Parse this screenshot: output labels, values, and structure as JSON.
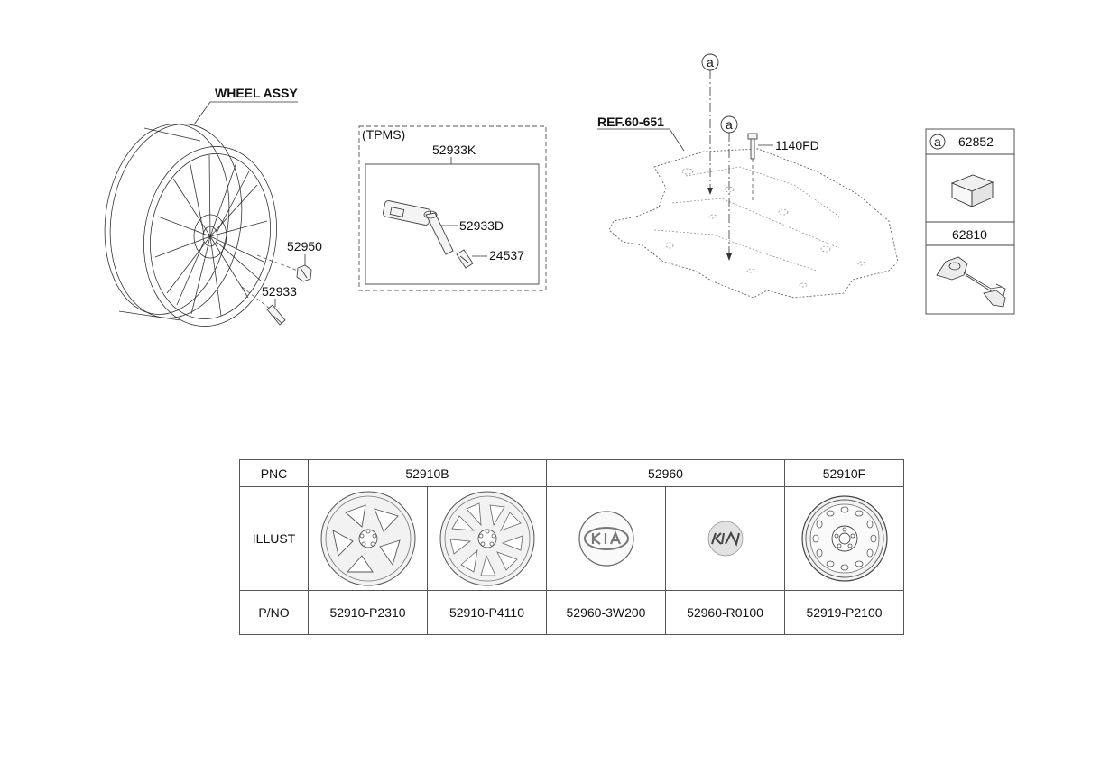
{
  "callouts": {
    "wheel_assy": "WHEEL ASSY",
    "nut": "52950",
    "bolt": "52933",
    "tpms_group": "(TPMS)",
    "tpms_kit": "52933K",
    "tpms_sensor": "52933D",
    "valve_cap": "24537",
    "ref": "REF.60-651",
    "ref_circle_top": "a",
    "ref_circle_mid": "a",
    "bolt_1140": "1140FD",
    "legend_circle": "a",
    "legend_part_1": "62852",
    "legend_part_2": "62810"
  },
  "table": {
    "pnc_label": "PNC",
    "illust_label": "ILLUST",
    "pno_label": "P/NO",
    "groups": [
      "52910B",
      "52960",
      "52910F"
    ],
    "parts": [
      "52910-P2310",
      "52910-P4110",
      "52960-3W200",
      "52960-R0100",
      "52919-P2100"
    ]
  },
  "icons": [
    "wheel-cover-5-spoke",
    "wheel-cover-10-spoke",
    "kia-emblem-old",
    "kia-emblem-new",
    "steel-spare-wheel"
  ]
}
